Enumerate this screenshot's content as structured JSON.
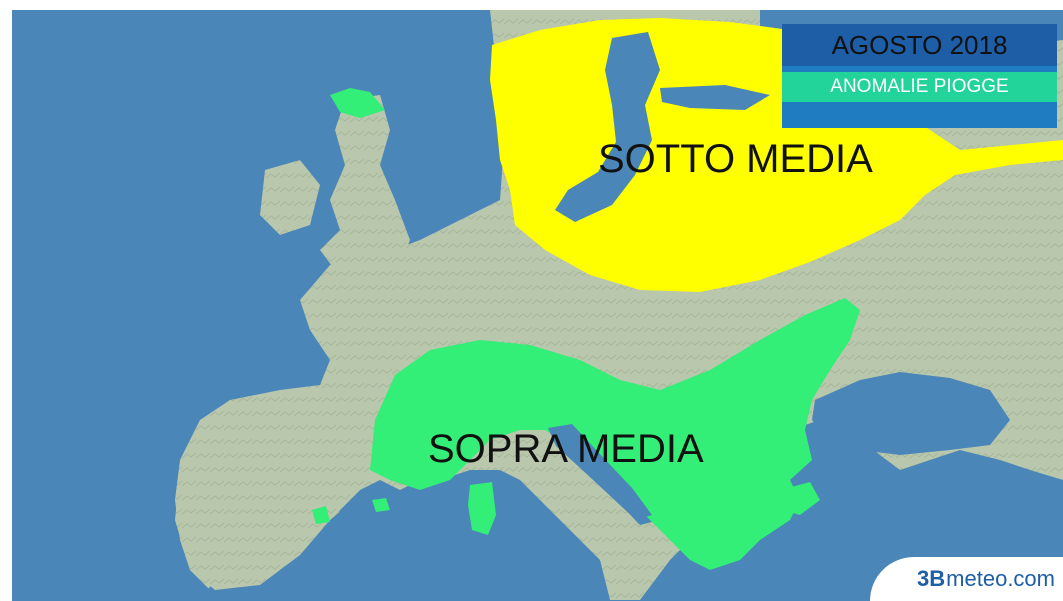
{
  "legend": {
    "title": "AGOSTO 2018",
    "subtitle": "ANOMALIE PIOGGE"
  },
  "regions": {
    "below_label": "SOTTO MEDIA",
    "above_label": "SOPRA MEDIA"
  },
  "brand": {
    "mark": "3B",
    "text": "meteo.com"
  },
  "colors": {
    "sea": "#4a86b8",
    "land": "#b9c7ad",
    "below_average": "#ffff00",
    "above_average": "#33ee77",
    "legend_title_bg": "#1d5ea6",
    "legend_subtitle_bg": "#22d39a",
    "legend_bottom_bg": "#1f7cc0"
  }
}
